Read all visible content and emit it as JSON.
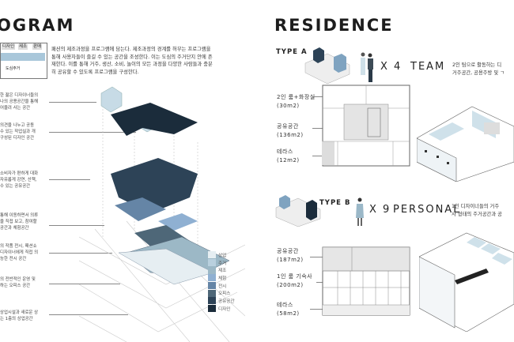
{
  "program": {
    "title": "OGRAM",
    "description": "패션의 제조과정을 프로그램에 담는다. 제조과정의 경계를 허무는 프로그램을 통해 사용자들이 즐길 수 있는 공간을 조성한다. 이는 도심의 주거단지 안에 존재한다. 이를 통해 거주, 생산, 소비, 놀이의 모든 과정을 다양한 사람들과 충분히 공유할 수 있도록 프로그램을 구성한다.",
    "inset": {
      "boxes": [
        "디자인",
        "제조",
        "판매"
      ],
      "label": "도심주거"
    },
    "notes": [
      [
        "한 젊은 디자이너들의",
        "나의 공용공간을 통해",
        "어울려 사는 공간"
      ],
      [
        "의견을 나누고 공동",
        "수 있는 작업실과 개",
        "구성된 디자인 공간"
      ],
      [
        "소비자가 편하게 대화",
        "자유롭게 강연, 산책,",
        "수 있는 공유공간"
      ],
      [
        "통해 이동하면서 의류",
        "을 직접 보고, 참여할",
        "공간과 체험공간"
      ],
      [
        "의 작품 전시, 패션쇼",
        "디자이너에게 직접 의",
        "능한 전시 공간"
      ],
      [
        "의 전반적인 운영 및",
        "하는 오피스 공간"
      ],
      [
        "상업시설과 새로운 상",
        "는 1층의 상업공간"
      ]
    ],
    "legend": [
      {
        "label": "상업",
        "color": "#e6eef2"
      },
      {
        "label": "주거",
        "color": "#b9d0de"
      },
      {
        "label": "제조",
        "color": "#9cb8c6"
      },
      {
        "label": "체험",
        "color": "#8fb0d2"
      },
      {
        "label": "전시",
        "color": "#6585a6"
      },
      {
        "label": "오피스",
        "color": "#4e6778"
      },
      {
        "label": "공유공간",
        "color": "#2d4357"
      },
      {
        "label": "디자인",
        "color": "#1b2c3b"
      }
    ]
  },
  "residence": {
    "title": "RESIDENCE",
    "type_a": {
      "label": "TYPE A",
      "count": "X 4",
      "name": "TEAM",
      "desc": [
        "2인 팀으로 활동하는 디",
        "거주공간, 공용주방 및 ㄱ"
      ],
      "areas": [
        {
          "name": "2인 룸+화장실",
          "size": "(30m2)"
        },
        {
          "name": "공유공간",
          "size": "(136m2)"
        },
        {
          "name": "테라스",
          "size": "(12m2)"
        }
      ]
    },
    "type_b": {
      "label": "TYPE B",
      "count": "X 9",
      "name": "PERSONAL",
      "desc": [
        "1인 디자이너들의 거주",
        "사 형태의 주거공간과 공"
      ],
      "areas": [
        {
          "name": "공유공간",
          "size": "(187m2)"
        },
        {
          "name": "1인 룸 기숙사",
          "size": "(200m2)"
        },
        {
          "name": "테라스",
          "size": "(58m2)"
        }
      ]
    }
  }
}
